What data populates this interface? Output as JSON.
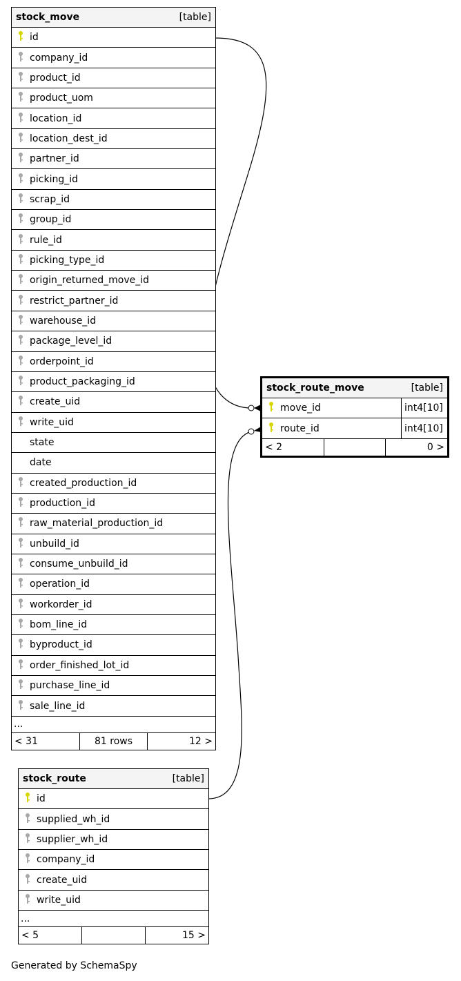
{
  "colors": {
    "pk_key": "#d6d600",
    "fk_key": "#a8a8a8",
    "header_bg": "#f4f4f4"
  },
  "tables": [
    {
      "name": "stock_move",
      "kind": "[table]",
      "columns": [
        {
          "name": "id",
          "key": "pk"
        },
        {
          "name": "company_id",
          "key": "fk"
        },
        {
          "name": "product_id",
          "key": "fk"
        },
        {
          "name": "product_uom",
          "key": "fk"
        },
        {
          "name": "location_id",
          "key": "fk"
        },
        {
          "name": "location_dest_id",
          "key": "fk"
        },
        {
          "name": "partner_id",
          "key": "fk"
        },
        {
          "name": "picking_id",
          "key": "fk"
        },
        {
          "name": "scrap_id",
          "key": "fk"
        },
        {
          "name": "group_id",
          "key": "fk"
        },
        {
          "name": "rule_id",
          "key": "fk"
        },
        {
          "name": "picking_type_id",
          "key": "fk"
        },
        {
          "name": "origin_returned_move_id",
          "key": "fk"
        },
        {
          "name": "restrict_partner_id",
          "key": "fk"
        },
        {
          "name": "warehouse_id",
          "key": "fk"
        },
        {
          "name": "package_level_id",
          "key": "fk"
        },
        {
          "name": "orderpoint_id",
          "key": "fk"
        },
        {
          "name": "product_packaging_id",
          "key": "fk"
        },
        {
          "name": "create_uid",
          "key": "fk"
        },
        {
          "name": "write_uid",
          "key": "fk"
        },
        {
          "name": "state",
          "key": "none"
        },
        {
          "name": "date",
          "key": "none"
        },
        {
          "name": "created_production_id",
          "key": "fk"
        },
        {
          "name": "production_id",
          "key": "fk"
        },
        {
          "name": "raw_material_production_id",
          "key": "fk"
        },
        {
          "name": "unbuild_id",
          "key": "fk"
        },
        {
          "name": "consume_unbuild_id",
          "key": "fk"
        },
        {
          "name": "operation_id",
          "key": "fk"
        },
        {
          "name": "workorder_id",
          "key": "fk"
        },
        {
          "name": "bom_line_id",
          "key": "fk"
        },
        {
          "name": "byproduct_id",
          "key": "fk"
        },
        {
          "name": "order_finished_lot_id",
          "key": "fk"
        },
        {
          "name": "purchase_line_id",
          "key": "fk"
        },
        {
          "name": "sale_line_id",
          "key": "fk"
        }
      ],
      "more": "...",
      "footer": [
        "< 31",
        "81 rows",
        "12 >"
      ]
    },
    {
      "name": "stock_route_move",
      "kind": "[table]",
      "columns": [
        {
          "name": "move_id",
          "key": "pk",
          "type": "int4[10]"
        },
        {
          "name": "route_id",
          "key": "pk",
          "type": "int4[10]"
        }
      ],
      "footer": [
        "< 2",
        "",
        "0 >"
      ]
    },
    {
      "name": "stock_route",
      "kind": "[table]",
      "columns": [
        {
          "name": "id",
          "key": "pk"
        },
        {
          "name": "supplied_wh_id",
          "key": "fk"
        },
        {
          "name": "supplier_wh_id",
          "key": "fk"
        },
        {
          "name": "company_id",
          "key": "fk"
        },
        {
          "name": "create_uid",
          "key": "fk"
        },
        {
          "name": "write_uid",
          "key": "fk"
        }
      ],
      "more": "...",
      "footer": [
        "< 5",
        "",
        "15 >"
      ]
    }
  ],
  "generated_by": "Generated by SchemaSpy"
}
